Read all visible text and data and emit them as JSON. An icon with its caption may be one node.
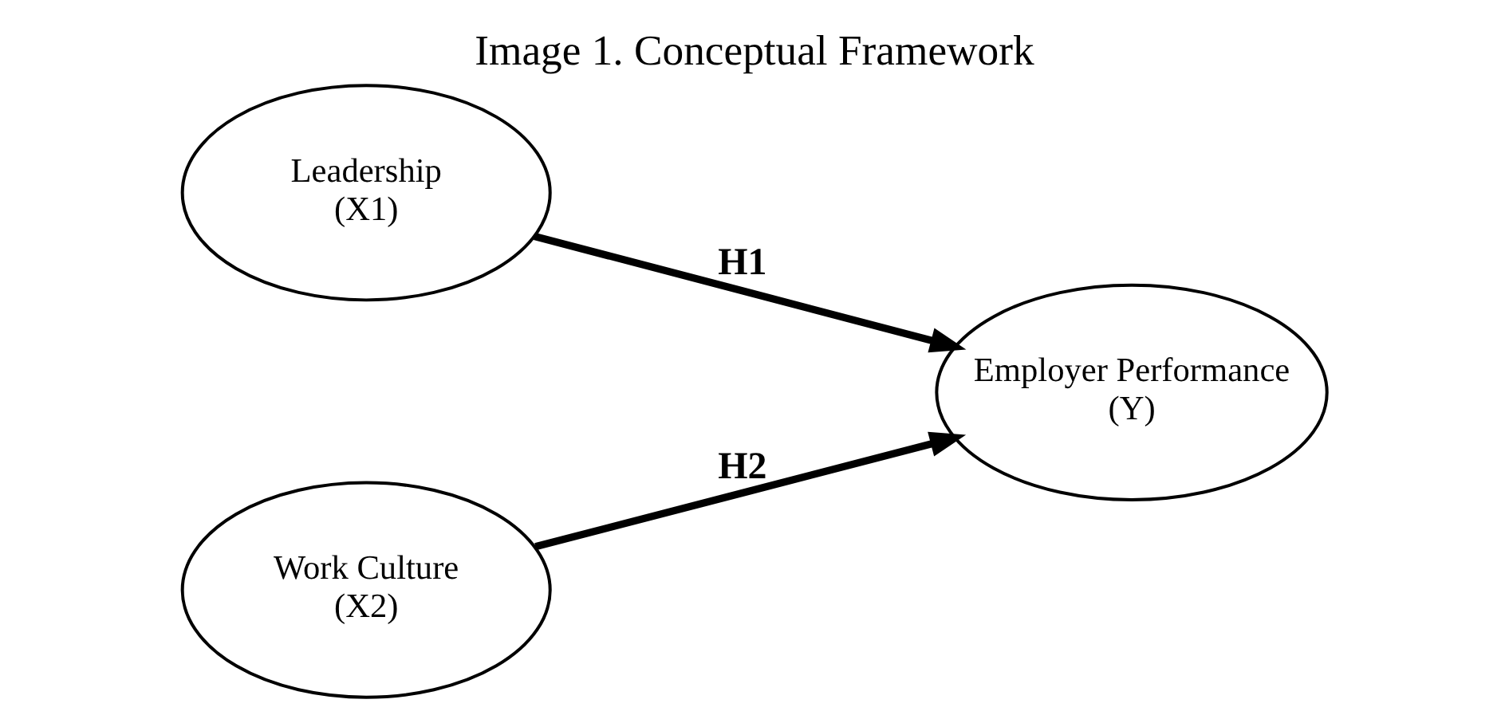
{
  "diagram": {
    "title": "Image 1. Conceptual Framework",
    "nodes": [
      {
        "text": [
          "Leadership",
          "(X1)"
        ]
      },
      {
        "text": [
          "Work Culture",
          "(X2)"
        ]
      },
      {
        "text": [
          "Employer Performance",
          "(Y)"
        ]
      }
    ],
    "edges": [
      {
        "from": 0,
        "to": 2,
        "arrow": "to",
        "label": "H1"
      },
      {
        "from": 1,
        "to": 2,
        "arrow": "to",
        "label": "H2"
      }
    ]
  }
}
